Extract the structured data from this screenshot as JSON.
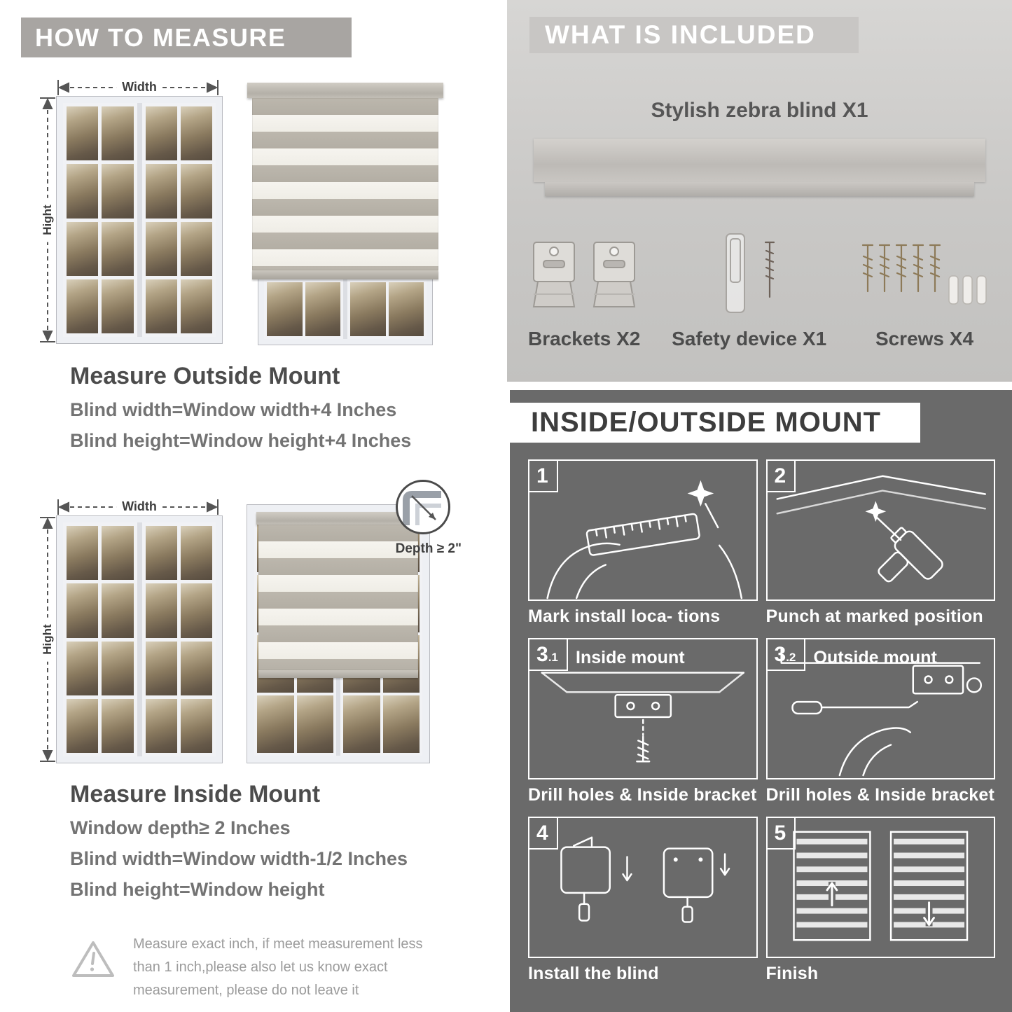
{
  "colors": {
    "header_gray": "#a8a5a2",
    "included_bg": "#cbc9c7",
    "dark_bg": "#6a6a6a",
    "text_dark": "#4c4c4c",
    "text_mid": "#737373"
  },
  "left": {
    "header": "HOW TO MEASURE",
    "labels": {
      "width": "Width",
      "height": "Hight"
    },
    "outside": {
      "title": "Measure Outside Mount",
      "line1": "Blind width=Window width+4 Inches",
      "line2": "Blind height=Window height+4 Inches"
    },
    "inside": {
      "depth_label": "Depth ≥ 2\"",
      "title": "Measure Inside Mount",
      "line0": "Window depth≥ 2 Inches",
      "line1": "Blind width=Window width-1/2 Inches",
      "line2": "Blind height=Window height"
    },
    "warning": "Measure exact inch, if meet measurement less than 1 inch,please also let us know exact measurement, please do not leave it"
  },
  "right": {
    "included": {
      "header": "WHAT IS INCLUDED",
      "product": "Stylish zebra blind X1",
      "items": [
        {
          "label": "Brackets X2"
        },
        {
          "label": "Safety device X1"
        },
        {
          "label": "Screws X4"
        }
      ]
    },
    "mount": {
      "header": "INSIDE/OUTSIDE MOUNT",
      "steps": [
        {
          "num": "1",
          "sub": "",
          "label": "",
          "caption": "Mark install loca- tions"
        },
        {
          "num": "2",
          "sub": "",
          "label": "",
          "caption": "Punch at  marked position"
        },
        {
          "num": "3",
          "sub": ".1",
          "label": "Inside mount",
          "caption": "Drill holes &  Inside bracket"
        },
        {
          "num": "3",
          "sub": ".2",
          "label": "Outside mount",
          "caption": "Drill holes &  Inside bracket"
        },
        {
          "num": "4",
          "sub": "",
          "label": "",
          "caption": "Install the blind"
        },
        {
          "num": "5",
          "sub": "",
          "label": "",
          "caption": "Finish"
        }
      ]
    }
  }
}
